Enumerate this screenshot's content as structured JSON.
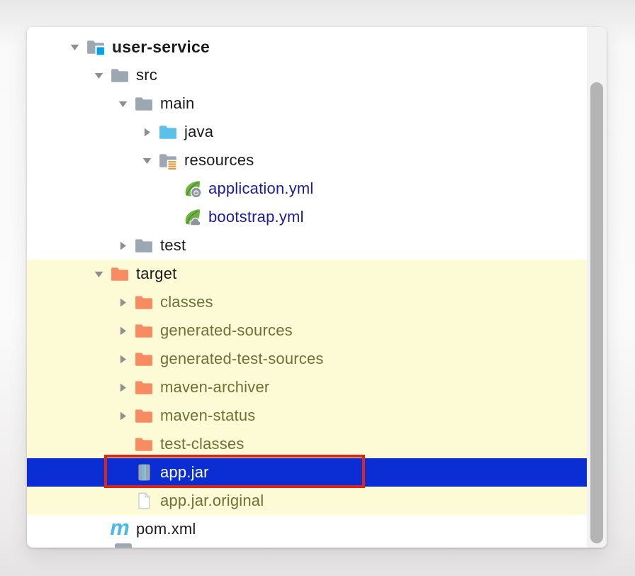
{
  "tree": {
    "rows": [
      {
        "label": "user-service",
        "level": 1,
        "chevron": "down",
        "icon": "project-folder",
        "bold": true,
        "text_color": "default",
        "row_bg": "none"
      },
      {
        "label": "src",
        "level": 2,
        "chevron": "down",
        "icon": "folder-gray",
        "text_color": "default",
        "row_bg": "none"
      },
      {
        "label": "main",
        "level": 3,
        "chevron": "down",
        "icon": "folder-gray",
        "text_color": "default",
        "row_bg": "none"
      },
      {
        "label": "java",
        "level": 4,
        "chevron": "right",
        "icon": "folder-blue",
        "text_color": "default",
        "row_bg": "none"
      },
      {
        "label": "resources",
        "level": 4,
        "chevron": "down",
        "icon": "resources-folder",
        "text_color": "default",
        "row_bg": "none"
      },
      {
        "label": "application.yml",
        "level": 5,
        "chevron": "none",
        "icon": "spring-boot-config",
        "text_color": "navy",
        "row_bg": "none"
      },
      {
        "label": "bootstrap.yml",
        "level": 5,
        "chevron": "none",
        "icon": "spring-cloud-config",
        "text_color": "navy",
        "row_bg": "none"
      },
      {
        "label": "test",
        "level": 3,
        "chevron": "right",
        "icon": "folder-gray",
        "text_color": "default",
        "row_bg": "none"
      },
      {
        "label": "target",
        "level": 2,
        "chevron": "down",
        "icon": "folder-orange",
        "text_color": "default",
        "row_bg": "excluded"
      },
      {
        "label": "classes",
        "level": 3,
        "chevron": "right",
        "icon": "folder-orange",
        "text_color": "olive",
        "row_bg": "excluded"
      },
      {
        "label": "generated-sources",
        "level": 3,
        "chevron": "right",
        "icon": "folder-orange",
        "text_color": "olive",
        "row_bg": "excluded"
      },
      {
        "label": "generated-test-sources",
        "level": 3,
        "chevron": "right",
        "icon": "folder-orange",
        "text_color": "olive",
        "row_bg": "excluded"
      },
      {
        "label": "maven-archiver",
        "level": 3,
        "chevron": "right",
        "icon": "folder-orange",
        "text_color": "olive",
        "row_bg": "excluded"
      },
      {
        "label": "maven-status",
        "level": 3,
        "chevron": "right",
        "icon": "folder-orange",
        "text_color": "olive",
        "row_bg": "excluded"
      },
      {
        "label": "test-classes",
        "level": 3,
        "chevron": "none",
        "icon": "folder-orange",
        "text_color": "olive",
        "row_bg": "excluded"
      },
      {
        "label": "app.jar",
        "level": 3,
        "chevron": "none",
        "icon": "archive",
        "text_color": "white",
        "row_bg": "selected",
        "annotated": true
      },
      {
        "label": "app.jar.original",
        "level": 3,
        "chevron": "none",
        "icon": "file",
        "text_color": "olive",
        "row_bg": "excluded"
      },
      {
        "label": "pom.xml",
        "level": 2,
        "chevron": "none",
        "icon": "maven",
        "text_color": "default",
        "row_bg": "none"
      }
    ]
  },
  "selection": {
    "selected_item": "app.jar",
    "annotation": "red-box"
  },
  "colors": {
    "text": "#1b1b1b",
    "white": "#ffffff",
    "navy": "#1b1b9e",
    "olive": "#6c7236",
    "selection_bg": "#0a2ed3",
    "excluded_bg": "#fcfbd6",
    "red": "#d9281b",
    "chevron": "#8f8f8f",
    "folder_gray": "#9ba8b1",
    "folder_blue": "#5bc0ea",
    "folder_orange": "#f98b62",
    "maven": "#4ab9e9",
    "spring_green": "#6db33f",
    "spring_stem": "#4e8a2f",
    "badge_gray": "#8d959c",
    "badge_cyan": "#00a3e2",
    "badge_orange": "#e09a3e",
    "archive_body": "#95a3af",
    "archive_strip": "#a9b6c0",
    "zipper": "#58c5f2",
    "file_edge": "#c9c9c9"
  },
  "scrollbar": {
    "orientation": "vertical",
    "thumb_visible": true
  }
}
